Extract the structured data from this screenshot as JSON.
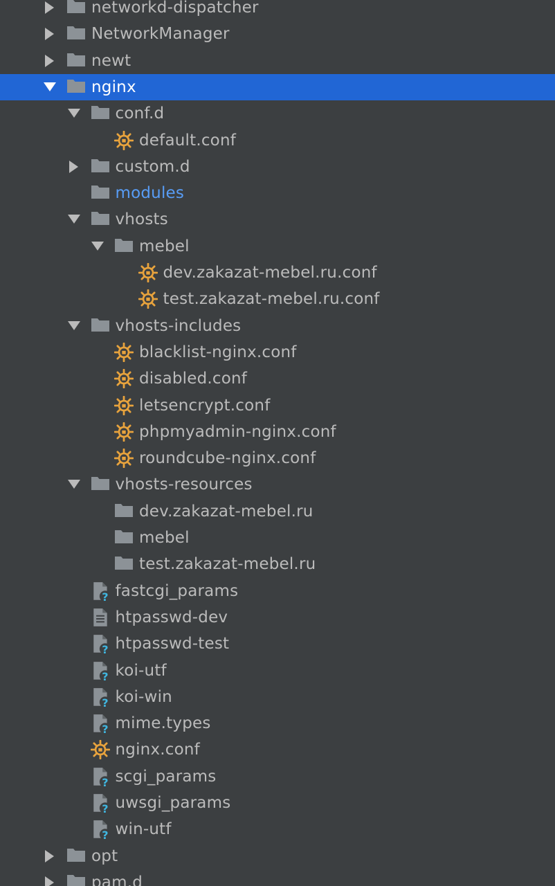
{
  "colors": {
    "background": "#3c3f41",
    "text": "#bbbbbb",
    "selected_row": "#2166d5",
    "selected_text": "#ffffff",
    "excluded_folder_text": "#589df6",
    "folder_icon": "#8c9297",
    "config_icon": "#e8a33d",
    "unknown_file_badge": "#40b6e0"
  },
  "tree": {
    "rows": [
      {
        "label": "networkd-dispatcher",
        "type": "folder",
        "state": "collapsed",
        "depth": 0,
        "icon": "folder-icon"
      },
      {
        "label": "NetworkManager",
        "type": "folder",
        "state": "collapsed",
        "depth": 0,
        "icon": "folder-icon"
      },
      {
        "label": "newt",
        "type": "folder",
        "state": "collapsed",
        "depth": 0,
        "icon": "folder-icon"
      },
      {
        "label": "nginx",
        "type": "folder",
        "state": "expanded",
        "depth": 0,
        "selected": true,
        "icon": "folder-icon"
      },
      {
        "label": "conf.d",
        "type": "folder",
        "state": "expanded",
        "depth": 1,
        "icon": "folder-icon"
      },
      {
        "label": "default.conf",
        "type": "config",
        "depth": 2,
        "icon": "config-file-icon"
      },
      {
        "label": "custom.d",
        "type": "folder",
        "state": "collapsed",
        "depth": 1,
        "icon": "folder-icon"
      },
      {
        "label": "modules",
        "type": "folder",
        "state": "leaf",
        "depth": 1,
        "excluded": true,
        "icon": "folder-icon"
      },
      {
        "label": "vhosts",
        "type": "folder",
        "state": "expanded",
        "depth": 1,
        "icon": "folder-icon"
      },
      {
        "label": "mebel",
        "type": "folder",
        "state": "expanded",
        "depth": 2,
        "icon": "folder-icon"
      },
      {
        "label": "dev.zakazat-mebel.ru.conf",
        "type": "config",
        "depth": 3,
        "icon": "config-file-icon"
      },
      {
        "label": "test.zakazat-mebel.ru.conf",
        "type": "config",
        "depth": 3,
        "icon": "config-file-icon"
      },
      {
        "label": "vhosts-includes",
        "type": "folder",
        "state": "expanded",
        "depth": 1,
        "icon": "folder-icon"
      },
      {
        "label": "blacklist-nginx.conf",
        "type": "config",
        "depth": 2,
        "icon": "config-file-icon"
      },
      {
        "label": "disabled.conf",
        "type": "config",
        "depth": 2,
        "icon": "config-file-icon"
      },
      {
        "label": "letsencrypt.conf",
        "type": "config",
        "depth": 2,
        "icon": "config-file-icon"
      },
      {
        "label": "phpmyadmin-nginx.conf",
        "type": "config",
        "depth": 2,
        "icon": "config-file-icon"
      },
      {
        "label": "roundcube-nginx.conf",
        "type": "config",
        "depth": 2,
        "icon": "config-file-icon"
      },
      {
        "label": "vhosts-resources",
        "type": "folder",
        "state": "expanded",
        "depth": 1,
        "icon": "folder-icon"
      },
      {
        "label": "dev.zakazat-mebel.ru",
        "type": "folder",
        "state": "leaf",
        "depth": 2,
        "icon": "folder-icon"
      },
      {
        "label": "mebel",
        "type": "folder",
        "state": "leaf",
        "depth": 2,
        "icon": "folder-icon"
      },
      {
        "label": "test.zakazat-mebel.ru",
        "type": "folder",
        "state": "leaf",
        "depth": 2,
        "icon": "folder-icon"
      },
      {
        "label": "fastcgi_params",
        "type": "unknown",
        "depth": 1,
        "icon": "unknown-file-icon"
      },
      {
        "label": "htpasswd-dev",
        "type": "text",
        "depth": 1,
        "icon": "text-file-icon"
      },
      {
        "label": "htpasswd-test",
        "type": "unknown",
        "depth": 1,
        "icon": "unknown-file-icon"
      },
      {
        "label": "koi-utf",
        "type": "unknown",
        "depth": 1,
        "icon": "unknown-file-icon"
      },
      {
        "label": "koi-win",
        "type": "unknown",
        "depth": 1,
        "icon": "unknown-file-icon"
      },
      {
        "label": "mime.types",
        "type": "unknown",
        "depth": 1,
        "icon": "unknown-file-icon"
      },
      {
        "label": "nginx.conf",
        "type": "config",
        "depth": 1,
        "icon": "config-file-icon"
      },
      {
        "label": "scgi_params",
        "type": "unknown",
        "depth": 1,
        "icon": "unknown-file-icon"
      },
      {
        "label": "uwsgi_params",
        "type": "unknown",
        "depth": 1,
        "icon": "unknown-file-icon"
      },
      {
        "label": "win-utf",
        "type": "unknown",
        "depth": 1,
        "icon": "unknown-file-icon"
      },
      {
        "label": "opt",
        "type": "folder",
        "state": "collapsed",
        "depth": 0,
        "icon": "folder-icon"
      },
      {
        "label": "pam.d",
        "type": "folder",
        "state": "collapsed",
        "depth": 0,
        "icon": "folder-icon"
      }
    ]
  }
}
